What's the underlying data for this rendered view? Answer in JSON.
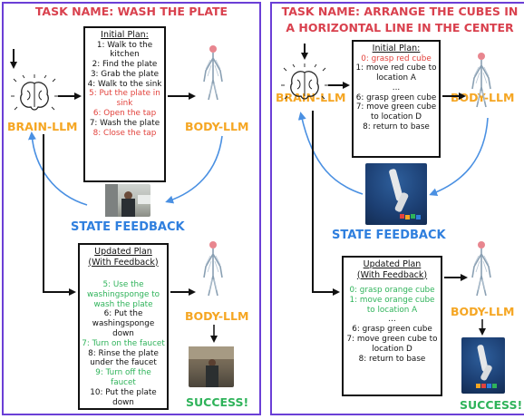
{
  "left": {
    "title": "TASK NAME: WASH THE PLATE",
    "brain_label": "BRAIN-LLM",
    "body_label_1": "BODY-LLM",
    "body_label_2": "BODY-LLM",
    "state_feedback": "STATE FEEDBACK",
    "success": "SUCCESS!",
    "initial_plan": {
      "heading": "Initial Plan:",
      "steps": [
        {
          "text": "1: Walk to the kitchen",
          "color": "black"
        },
        {
          "text": "2: Find the plate",
          "color": "black"
        },
        {
          "text": "3: Grab the plate",
          "color": "black"
        },
        {
          "text": "4: Walk to the sink",
          "color": "black"
        },
        {
          "text": "5: Put the plate in sink",
          "color": "red"
        },
        {
          "text": "6: Open the tap",
          "color": "red"
        },
        {
          "text": "7: Wash the plate",
          "color": "black"
        },
        {
          "text": "8: Close the tap",
          "color": "red"
        }
      ]
    },
    "updated_plan": {
      "heading": "Updated Plan",
      "subheading": "(With Feedback)",
      "steps": [
        {
          "text": "5: Use the washingsponge to wash the plate",
          "color": "green"
        },
        {
          "text": "6: Put the washingsponge down",
          "color": "black"
        },
        {
          "text": "7: Turn on the faucet",
          "color": "green"
        },
        {
          "text": "8: Rinse the plate under the faucet",
          "color": "black"
        },
        {
          "text": "9: Turn off the faucet",
          "color": "green"
        },
        {
          "text": "10: Put the plate down",
          "color": "black"
        }
      ]
    }
  },
  "right": {
    "title_line1": "TASK NAME: ARRANGE THE CUBES IN",
    "title_line2": "A HORIZONTAL LINE IN THE CENTER",
    "brain_label": "BRAIN-LLM",
    "body_label_1": "BODY-LLM",
    "body_label_2": "BODY-LLM",
    "state_feedback": "STATE FEEDBACK",
    "success": "SUCCESS!",
    "initial_plan": {
      "heading": "Initial Plan:",
      "steps": [
        {
          "text": "0: grasp red cube",
          "color": "red"
        },
        {
          "text": "1: move red cube to location A",
          "color": "black"
        },
        {
          "text": "...",
          "color": "black"
        },
        {
          "text": "6: grasp green cube",
          "color": "black"
        },
        {
          "text": "7: move green cube to location D",
          "color": "black"
        },
        {
          "text": "8: return to base",
          "color": "black"
        }
      ]
    },
    "updated_plan": {
      "heading": "Updated Plan",
      "subheading": "(With Feedback)",
      "steps": [
        {
          "text": "0: grasp orange cube",
          "color": "green"
        },
        {
          "text": "1: move orange cube to location A",
          "color": "green"
        },
        {
          "text": "...",
          "color": "black"
        },
        {
          "text": "6: grasp green cube",
          "color": "black"
        },
        {
          "text": "7: move green cube to location D",
          "color": "black"
        },
        {
          "text": "8: return to base",
          "color": "black"
        }
      ]
    }
  },
  "colors": {
    "panel_border": "#6b3fd6",
    "title": "#d9414e",
    "llm_label": "#f5a623",
    "feedback": "#2f7fde",
    "success": "#2fb35a",
    "highlight_red": "#e2433d",
    "highlight_green": "#2fb35a"
  }
}
